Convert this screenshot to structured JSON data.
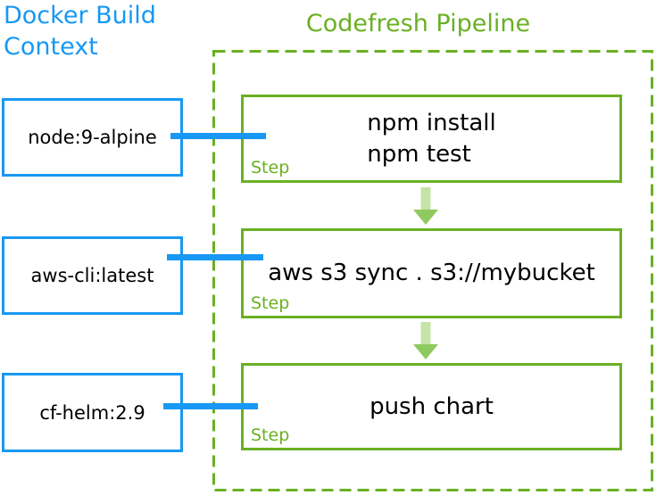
{
  "colors": {
    "blue": "#1898f4",
    "green": "#6ab023",
    "arrow_shaft": "#c6e3a8",
    "arrow_head": "#8fca5e",
    "text": "#000000"
  },
  "docker_context": {
    "title": "Docker Build Context",
    "images": [
      {
        "label": "node:9-alpine"
      },
      {
        "label": "aws-cli:latest"
      },
      {
        "label": "cf-helm:2.9"
      }
    ]
  },
  "pipeline": {
    "title": "Codefresh Pipeline",
    "step_label": "Step",
    "steps": [
      {
        "command_lines": [
          "npm install",
          "npm test"
        ]
      },
      {
        "command_lines": [
          "aws s3 sync . s3://mybucket"
        ]
      },
      {
        "command_lines": [
          "push chart"
        ]
      }
    ]
  }
}
